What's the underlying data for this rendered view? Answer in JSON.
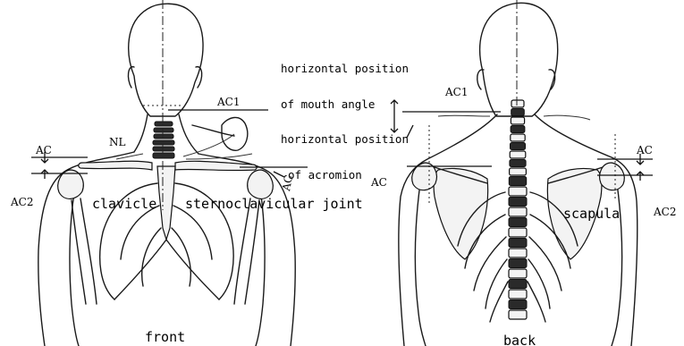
{
  "labels": {
    "front": "front",
    "back": "back",
    "clavicle": "clavicle",
    "sternoclavicular_joint": "sternoclavicular joint",
    "scapula": "scapula",
    "horizontal_position_1": "horizontal position",
    "of_mouth_angle": "of mouth angle",
    "horizontal_position_2": "horizontal position",
    "of_acromion": "of acromion",
    "nl": "NL",
    "ac1_front": "AC1",
    "ac_front_left": "AC",
    "ac2_front": "AC2",
    "ac_front_right": "AC",
    "ac1_back": "AC1",
    "ac_back_left": "AC",
    "ac_back_right": "AC",
    "ac2_back": "AC2"
  }
}
